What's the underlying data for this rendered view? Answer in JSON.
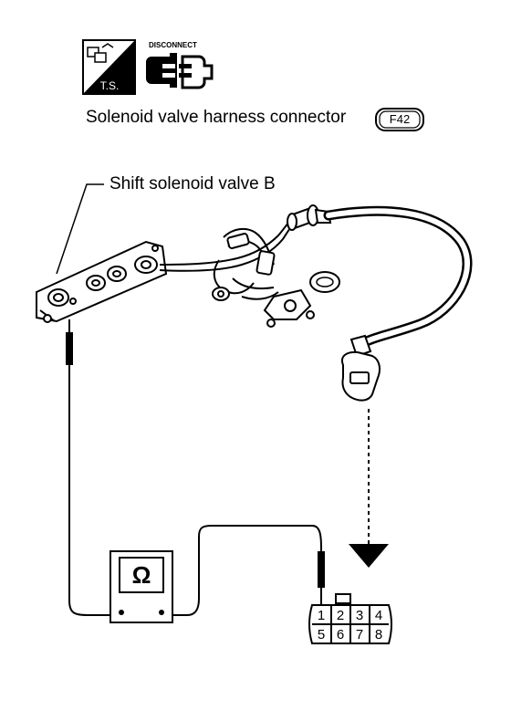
{
  "icons": {
    "ts_label": "T.S.",
    "disconnect_label": "DISCONNECT"
  },
  "labels": {
    "connector_title": "Solenoid valve harness connector",
    "connector_code": "F42",
    "shift_solenoid": "Shift solenoid valve B"
  },
  "meter": {
    "symbol": "Ω"
  },
  "connector_pins": [
    "1",
    "2",
    "3",
    "4",
    "5",
    "6",
    "7",
    "8"
  ]
}
